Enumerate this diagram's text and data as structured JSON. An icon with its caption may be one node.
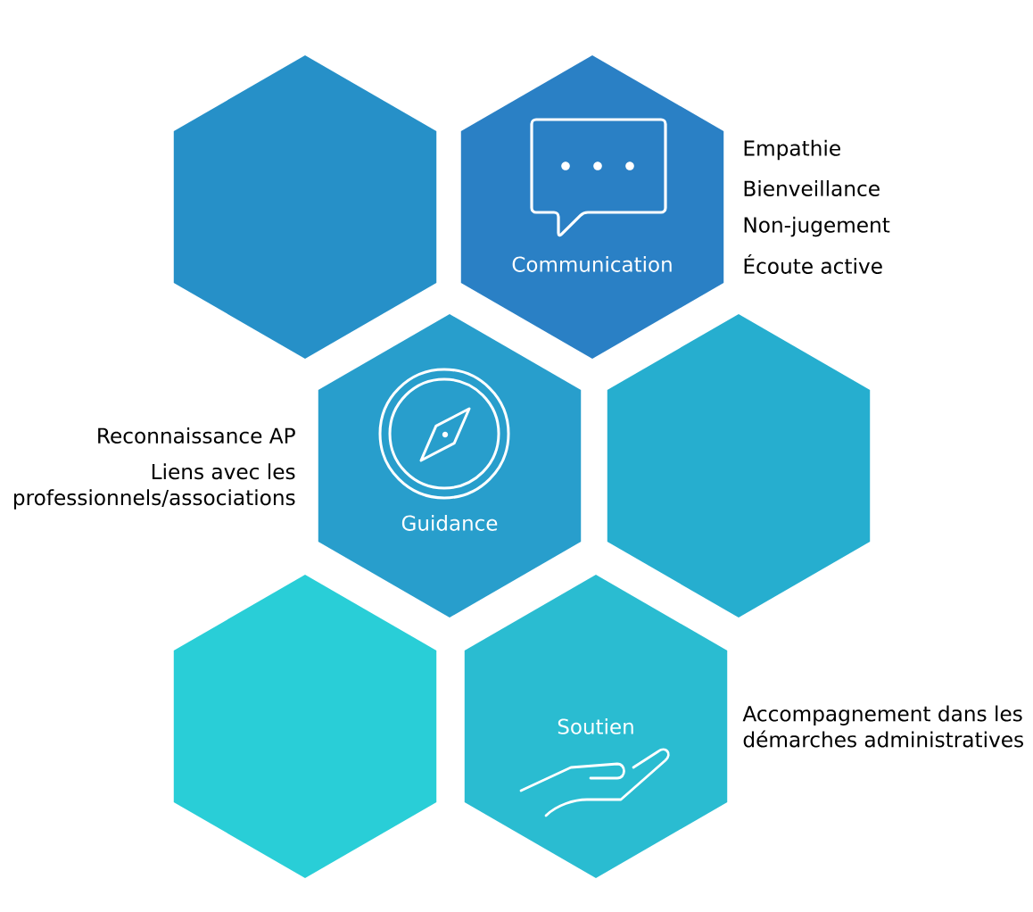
{
  "diagram": {
    "nodes": [
      {
        "text": [],
        "shape": "hexagon"
      },
      {
        "text": [
          "Communication"
        ],
        "beside": [
          "Empathie",
          "Bienveillance",
          "Non-jugement",
          "Écoute active"
        ]
      },
      {
        "text": [
          "Guidance"
        ],
        "beside": [
          "Reconnaissance AP",
          "Liens avec les professionnels/associations"
        ]
      },
      {
        "text": [],
        "shape": "hexagon"
      },
      {
        "text": [],
        "shape": "hexagon"
      },
      {
        "text": [
          "Soutien"
        ],
        "beside": [
          "Accompagnement dans les démarches administratives"
        ]
      }
    ]
  }
}
